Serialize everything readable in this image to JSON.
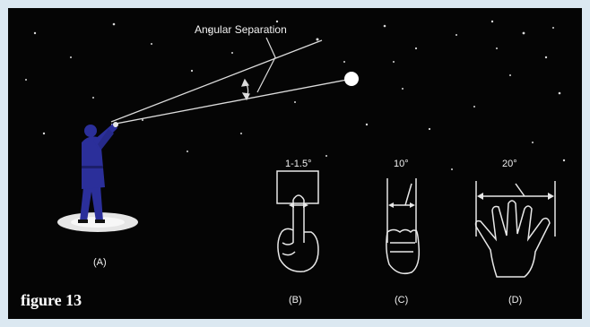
{
  "labels": {
    "angular_separation": "Angular Separation",
    "angle_b": "1-1.5°",
    "angle_c": "10°",
    "angle_d": "20°",
    "caption_a": "(A)",
    "caption_b": "(B)",
    "caption_c": "(C)",
    "caption_d": "(D)"
  },
  "figure_label": "figure 13",
  "colors": {
    "sky": "#050505",
    "figure_suit": "#2b2f9a",
    "line": "#dcdcdc",
    "frame": "#dbe8f1"
  }
}
